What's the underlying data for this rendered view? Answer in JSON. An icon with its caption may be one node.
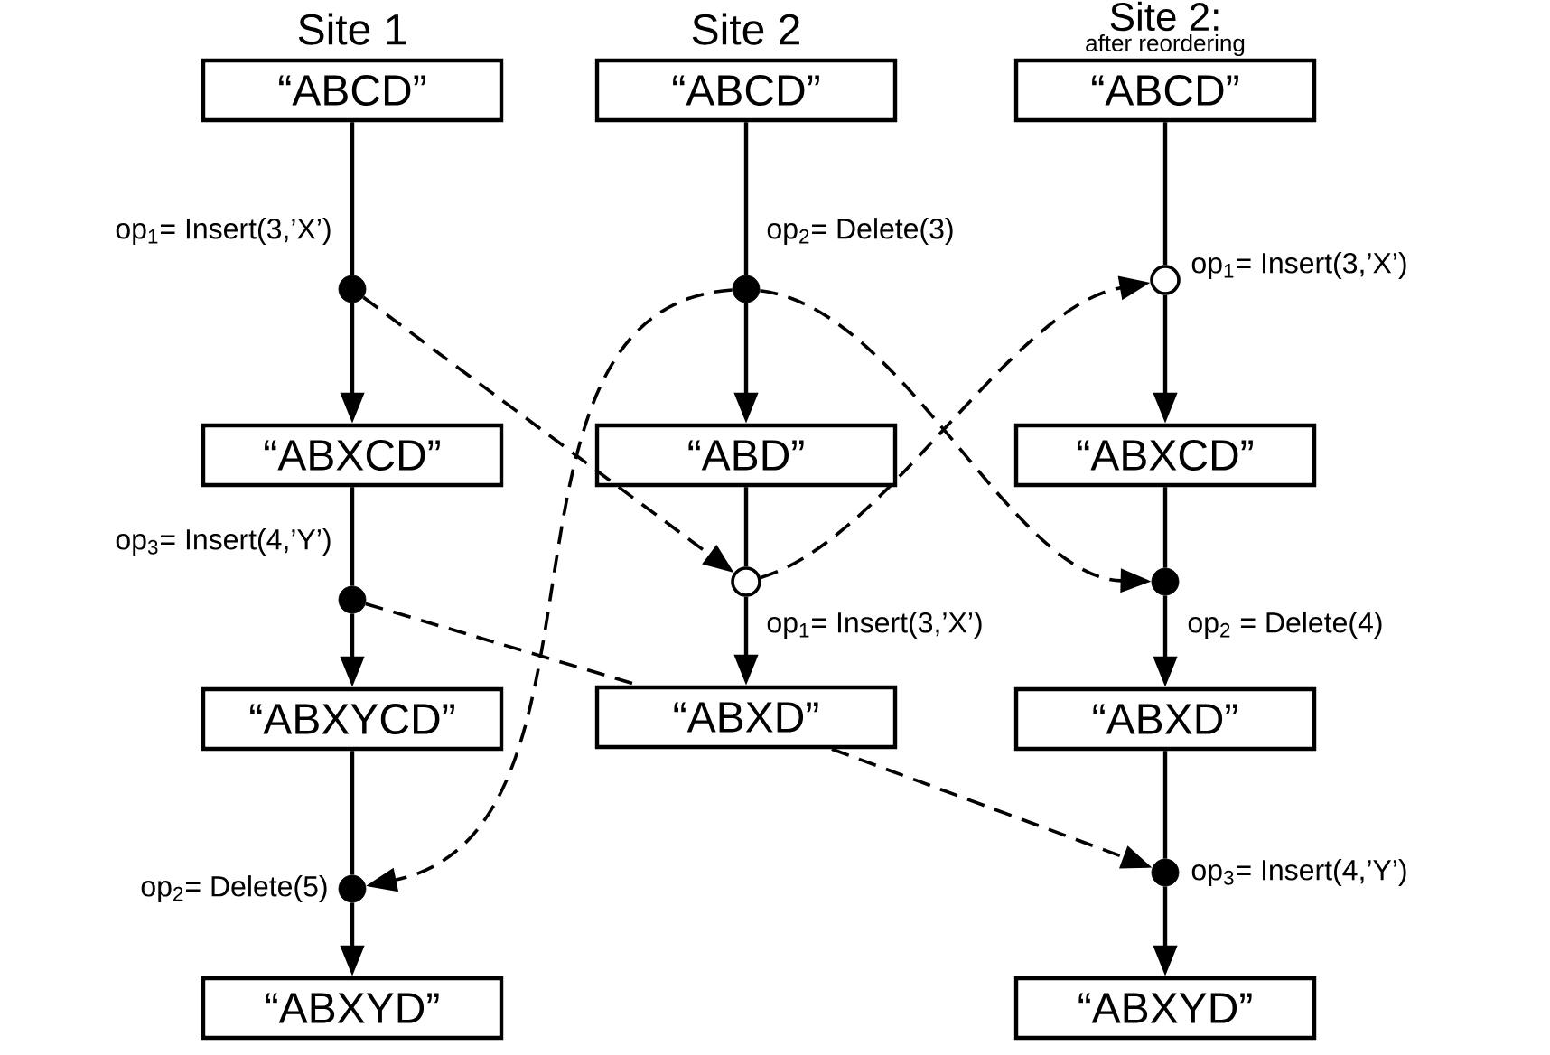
{
  "diagram": {
    "nodes": [
      {
        "text": [
          "“ABCD”"
        ]
      },
      {
        "text": [],
        "shape": "dot",
        "beside": [
          "op$_{1}$= Insert(3,’X’)"
        ]
      },
      {
        "text": [
          "“ABXCD”"
        ]
      },
      {
        "text": [],
        "shape": "dot",
        "beside": [
          "op$_{3}$= Insert(4,’Y’)"
        ]
      },
      {
        "text": [
          "“ABXYCD”"
        ]
      },
      {
        "text": [],
        "shape": "dot",
        "beside": [
          "op$_{2}$= Delete(5)"
        ]
      },
      {
        "text": [
          "“ABXYD”"
        ]
      },
      {
        "text": [
          "“ABCD”"
        ]
      },
      {
        "text": [],
        "shape": "dot",
        "beside": [
          "op$_{2}$= Delete(3)"
        ]
      },
      {
        "text": [
          "“ABD”"
        ]
      },
      {
        "text": [],
        "shape": "circle",
        "beside": [
          "op$_{1}$= Insert(3,’X’)"
        ]
      },
      {
        "text": [
          "“ABXD”"
        ]
      },
      {
        "text": [
          "“ABCD”"
        ]
      },
      {
        "text": [],
        "shape": "circle",
        "beside": [
          "op$_{1}$= Insert(3,’X’)"
        ]
      },
      {
        "text": [
          "“ABXCD”"
        ]
      },
      {
        "text": [],
        "shape": "dot",
        "beside": [
          "op$_{2}$ = Delete(4)"
        ]
      },
      {
        "text": [
          "“ABXD”"
        ]
      },
      {
        "text": [],
        "shape": "dot",
        "beside": [
          "op$_{3}$= Insert(4,’Y’)"
        ]
      },
      {
        "text": [
          "“ABXYD”"
        ]
      }
    ],
    "edges": [
      {
        "from": 0,
        "to": 1,
        "arrow": "none"
      },
      {
        "from": 1,
        "to": 2,
        "arrow": "to"
      },
      {
        "from": 2,
        "to": 3,
        "arrow": "none"
      },
      {
        "from": 3,
        "to": 4,
        "arrow": "to"
      },
      {
        "from": 4,
        "to": 5,
        "arrow": "none"
      },
      {
        "from": 5,
        "to": 6,
        "arrow": "to"
      },
      {
        "from": 7,
        "to": 8,
        "arrow": "none"
      },
      {
        "from": 8,
        "to": 9,
        "arrow": "to"
      },
      {
        "from": 9,
        "to": 10,
        "arrow": "none"
      },
      {
        "from": 10,
        "to": 11,
        "arrow": "to"
      },
      {
        "from": 12,
        "to": 13,
        "arrow": "none"
      },
      {
        "from": 13,
        "to": 14,
        "arrow": "to"
      },
      {
        "from": 14,
        "to": 15,
        "arrow": "none"
      },
      {
        "from": 15,
        "to": 16,
        "arrow": "to"
      },
      {
        "from": 16,
        "to": 17,
        "arrow": "none"
      },
      {
        "from": 17,
        "to": 18,
        "arrow": "to"
      },
      {
        "from": 1,
        "to": 10,
        "arrow": "to",
        "style": "dashed"
      },
      {
        "from": 8,
        "to": 5,
        "arrow": "to",
        "style": "dashed"
      },
      {
        "from": 8,
        "to": 15,
        "arrow": "to",
        "style": "dashed"
      },
      {
        "from": 10,
        "to": 13,
        "arrow": "to",
        "style": "dashed"
      },
      {
        "from": 3,
        "to": 11,
        "arrow": "none",
        "style": "dashed"
      },
      {
        "from": 11,
        "to": 17,
        "arrow": "to",
        "style": "dashed"
      }
    ],
    "labels": [
      "Site 1",
      "Site 2",
      "Site 2:",
      "after reordering"
    ]
  }
}
